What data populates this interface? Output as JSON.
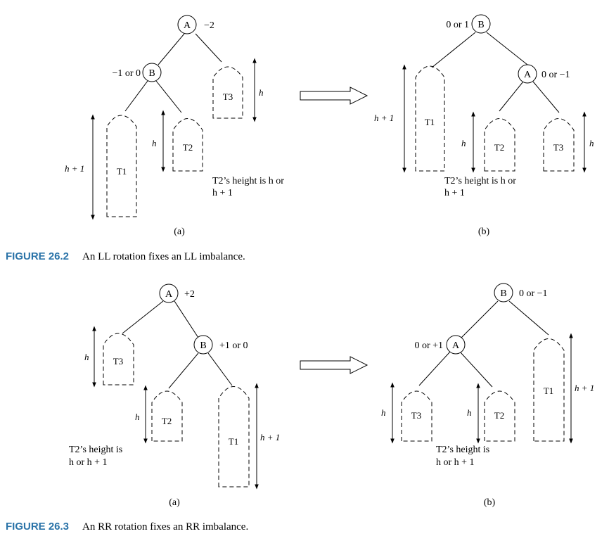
{
  "figure_26_2": {
    "left": {
      "node_A": "A",
      "A_balance": "−2",
      "node_B": "B",
      "B_balance": "−1 or 0",
      "T1": "T1",
      "T2": "T2",
      "T3": "T3",
      "h_T1": "h + 1",
      "h_T2": "h",
      "h_T3": "h",
      "note_line1": "T2’s height is h or",
      "note_line2": "h + 1",
      "sublabel": "(a)"
    },
    "right": {
      "node_B": "B",
      "B_balance": "0 or 1",
      "node_A": "A",
      "A_balance": "0 or −1",
      "T1": "T1",
      "T2": "T2",
      "T3": "T3",
      "h_T1": "h + 1",
      "h_T2": "h",
      "h_T3": "h",
      "note_line1": "T2’s height is h or",
      "note_line2": "h + 1",
      "sublabel": "(b)"
    },
    "caption_label": "FIGURE 26.2",
    "caption_text": "An LL rotation fixes an LL imbalance."
  },
  "figure_26_3": {
    "left": {
      "node_A": "A",
      "A_balance": "+2",
      "node_B": "B",
      "B_balance": "+1 or 0",
      "T1": "T1",
      "T2": "T2",
      "T3": "T3",
      "h_T3": "h",
      "h_T2": "h",
      "h_T1": "h + 1",
      "note_line1": "T2’s height is",
      "note_line2": "h or h + 1",
      "sublabel": "(a)"
    },
    "right": {
      "node_B": "B",
      "B_balance": "0 or −1",
      "node_A": "A",
      "A_balance": "0 or +1",
      "T1": "T1",
      "T2": "T2",
      "T3": "T3",
      "h_T3": "h",
      "h_T2": "h",
      "h_T1": "h + 1",
      "note_line1": "T2’s height is",
      "note_line2": "h or h + 1",
      "sublabel": "(b)"
    },
    "caption_label": "FIGURE 26.3",
    "caption_text": "An RR rotation fixes an RR imbalance."
  }
}
